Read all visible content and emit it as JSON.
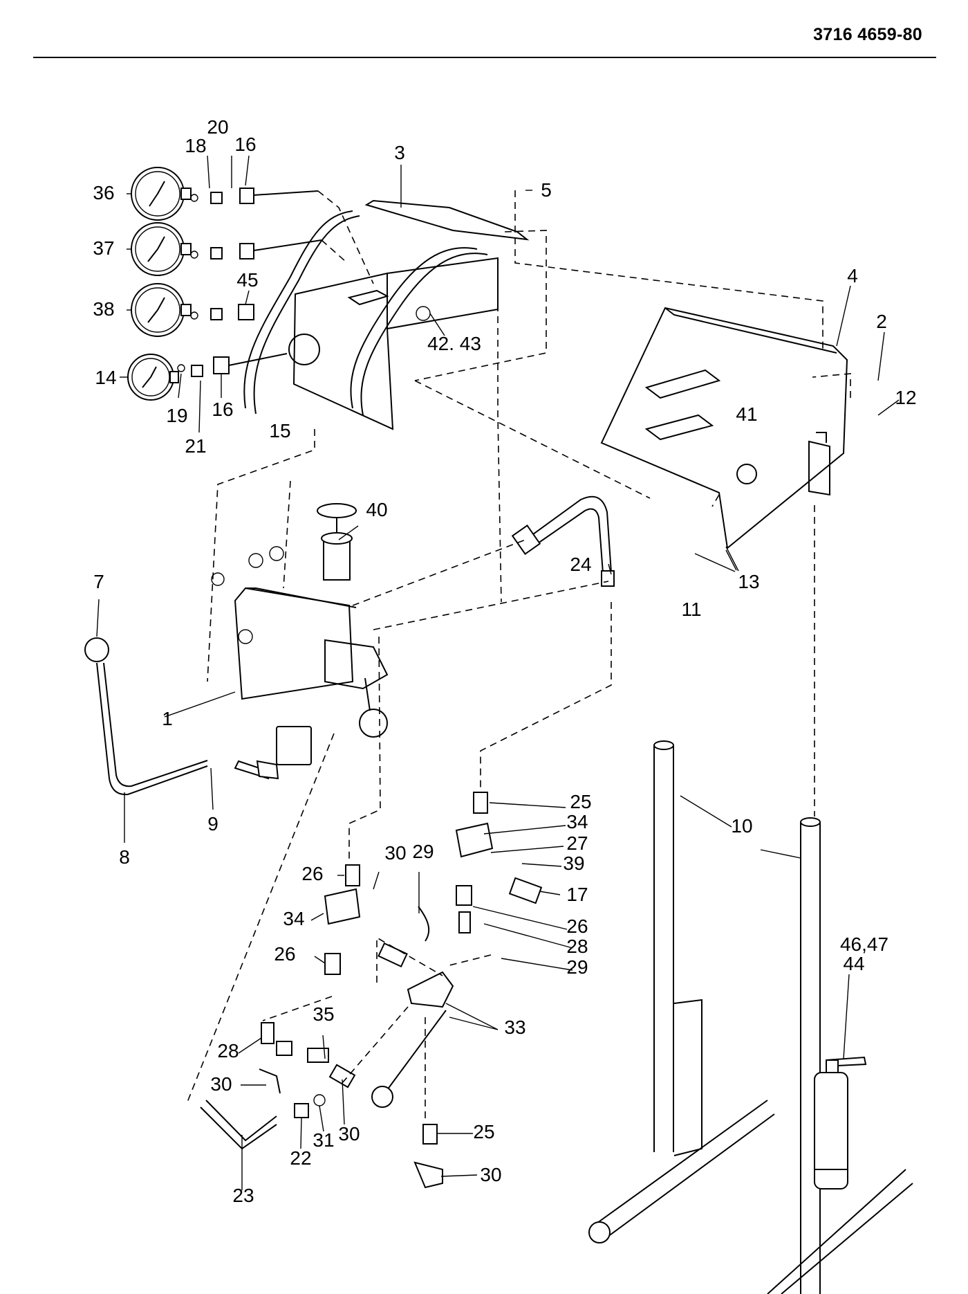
{
  "document": {
    "number": "3716 4659-80"
  },
  "callouts": [
    {
      "id": "c1",
      "text": "1"
    },
    {
      "id": "c2",
      "text": "2"
    },
    {
      "id": "c3",
      "text": "3"
    },
    {
      "id": "c4",
      "text": "4"
    },
    {
      "id": "c5",
      "text": "5"
    },
    {
      "id": "c7",
      "text": "7"
    },
    {
      "id": "c8",
      "text": "8"
    },
    {
      "id": "c9",
      "text": "9"
    },
    {
      "id": "c10",
      "text": "10"
    },
    {
      "id": "c11",
      "text": "11"
    },
    {
      "id": "c12",
      "text": "12"
    },
    {
      "id": "c13",
      "text": "13"
    },
    {
      "id": "c14",
      "text": "14"
    },
    {
      "id": "c15",
      "text": "15"
    },
    {
      "id": "c16a",
      "text": "16"
    },
    {
      "id": "c16b",
      "text": "16"
    },
    {
      "id": "c17",
      "text": "17"
    },
    {
      "id": "c18",
      "text": "18"
    },
    {
      "id": "c19",
      "text": "19"
    },
    {
      "id": "c20",
      "text": "20"
    },
    {
      "id": "c21",
      "text": "21"
    },
    {
      "id": "c22",
      "text": "22"
    },
    {
      "id": "c23",
      "text": "23"
    },
    {
      "id": "c24",
      "text": "24"
    },
    {
      "id": "c25a",
      "text": "25"
    },
    {
      "id": "c25b",
      "text": "25"
    },
    {
      "id": "c26a",
      "text": "26"
    },
    {
      "id": "c26b",
      "text": "26"
    },
    {
      "id": "c26c",
      "text": "26"
    },
    {
      "id": "c27",
      "text": "27"
    },
    {
      "id": "c28a",
      "text": "28"
    },
    {
      "id": "c28b",
      "text": "28"
    },
    {
      "id": "c29a",
      "text": "29"
    },
    {
      "id": "c29b",
      "text": "29"
    },
    {
      "id": "c30a",
      "text": "30"
    },
    {
      "id": "c30b",
      "text": "30"
    },
    {
      "id": "c30c",
      "text": "30"
    },
    {
      "id": "c30d",
      "text": "30"
    },
    {
      "id": "c31",
      "text": "31"
    },
    {
      "id": "c33",
      "text": "33"
    },
    {
      "id": "c34a",
      "text": "34"
    },
    {
      "id": "c34b",
      "text": "34"
    },
    {
      "id": "c35",
      "text": "35"
    },
    {
      "id": "c36",
      "text": "36"
    },
    {
      "id": "c37",
      "text": "37"
    },
    {
      "id": "c38",
      "text": "38"
    },
    {
      "id": "c39",
      "text": "39"
    },
    {
      "id": "c40",
      "text": "40"
    },
    {
      "id": "c41",
      "text": "41"
    },
    {
      "id": "c4243",
      "text": "42. 43"
    },
    {
      "id": "c45",
      "text": "45"
    },
    {
      "id": "c4647",
      "text": "46,47"
    },
    {
      "id": "c44",
      "text": "44"
    }
  ]
}
